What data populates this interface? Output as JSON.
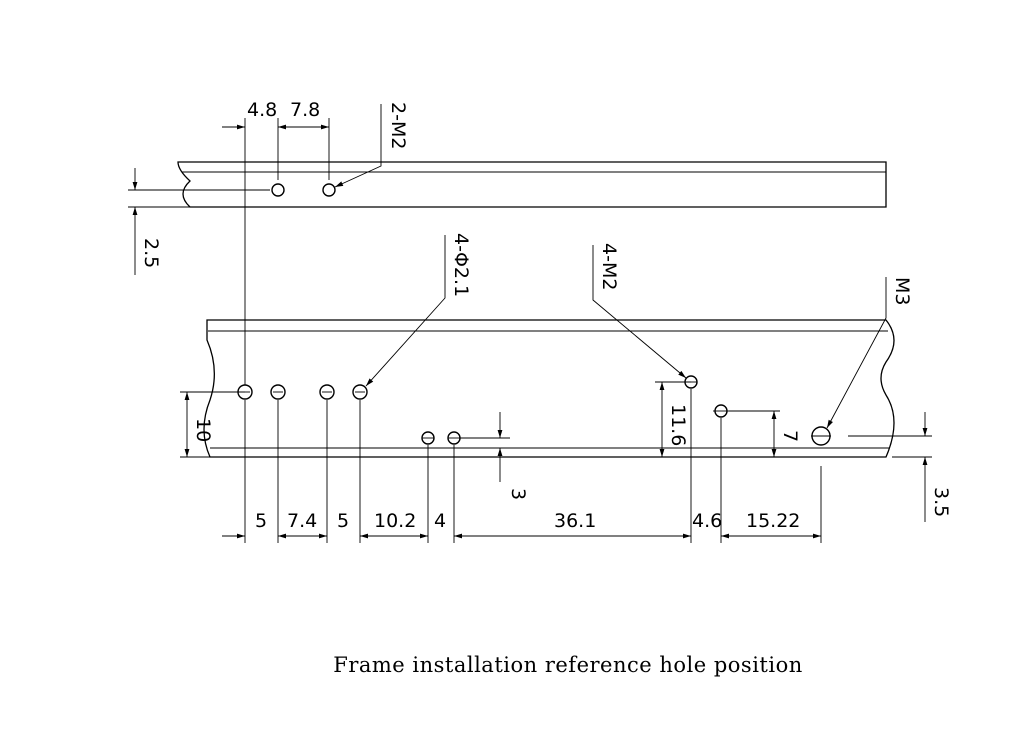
{
  "caption": "Frame installation reference hole position",
  "top_rail": {
    "dims": {
      "d1": "4.8",
      "d2": "7.8",
      "d3": "2.5"
    },
    "callout": "2-M2"
  },
  "bottom_rail": {
    "callouts": {
      "c1": "4-Φ2.1",
      "c2": "4-M2",
      "c3": "M3"
    },
    "dims_bottom": [
      "5",
      "7.4",
      "5",
      "10.2",
      "4",
      "36.1",
      "4.6",
      "15.22"
    ],
    "dims_side": {
      "left": "10",
      "small": "3",
      "height1": "11.6",
      "height2": "7",
      "right": "3.5"
    }
  }
}
